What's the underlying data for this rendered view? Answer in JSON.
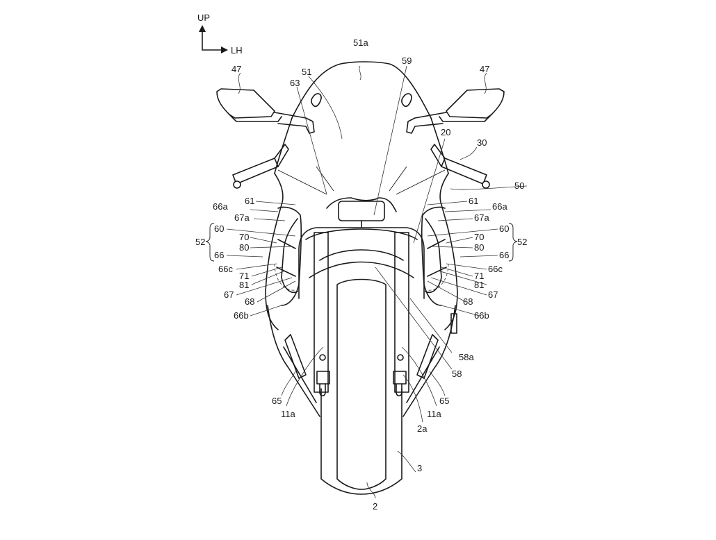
{
  "figure": {
    "title": "Motorcycle front view - patent drawing",
    "background": "#ffffff",
    "line_color": "#1a1a1a"
  },
  "orientation": {
    "up_label": "UP",
    "lh_label": "LH"
  },
  "labels": {
    "windscreen": "51",
    "windscreen_top": "51a",
    "mirror_left": "47",
    "mirror_right": "47",
    "bracket_63": "63",
    "label_59": "59",
    "label_20": "20",
    "handlebar_30": "30",
    "cowl_50": "50",
    "left_61": "61",
    "right_61": "61",
    "left_66a": "66a",
    "right_66a": "66a",
    "left_67a": "67a",
    "right_67a": "67a",
    "left_60": "60",
    "right_60": "60",
    "left_70": "70",
    "right_70": "70",
    "left_80": "80",
    "right_80": "80",
    "left_66": "66",
    "right_66": "66",
    "left_52": "52",
    "right_52": "52",
    "left_66c": "66c",
    "right_66c": "66c",
    "left_71": "71",
    "right_71": "71",
    "left_81": "81",
    "right_81": "81",
    "left_67": "67",
    "right_67": "67",
    "left_68": "68",
    "right_68": "68",
    "left_66b": "66b",
    "right_66b": "66b",
    "label_58a": "58a",
    "label_58": "58",
    "left_65": "65",
    "right_65": "65",
    "left_11a": "11a",
    "right_11a": "11a",
    "label_2a": "2a",
    "fender_3": "3",
    "wheel_2": "2"
  }
}
